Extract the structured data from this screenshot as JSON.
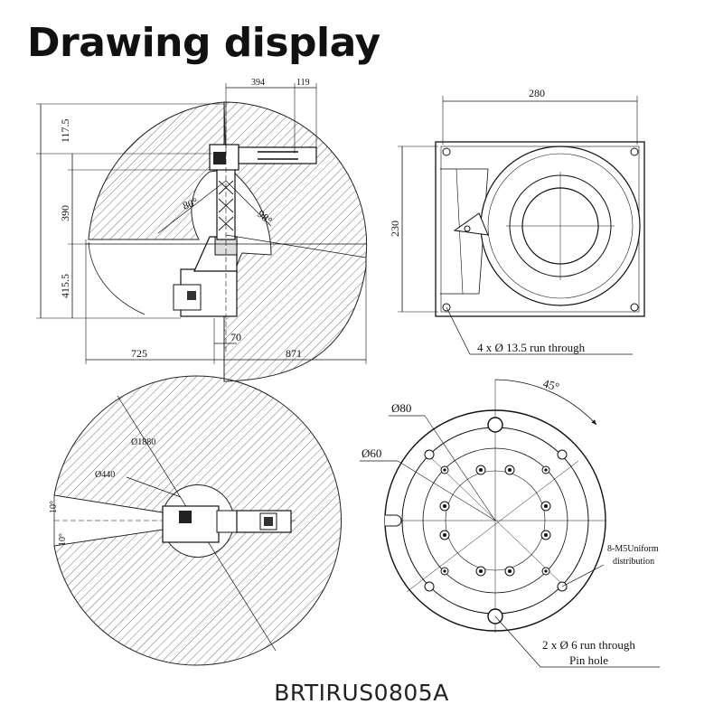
{
  "title": "Drawing display",
  "model": "BRTIRUS0805A",
  "side_view": {
    "dim_top_1": "394",
    "dim_top_2": "119",
    "dim_left_1": "117.5",
    "dim_left_2": "390",
    "dim_left_3": "415.5",
    "angle_1": "80°",
    "angle_2": "98°",
    "dim_bottom_1": "725",
    "dim_bottom_2": "70",
    "dim_bottom_3": "871"
  },
  "base_view": {
    "width": "280",
    "height": "230",
    "holes_note": "4 x Ø 13.5 run through"
  },
  "top_view": {
    "dia_outer": "Ø1880",
    "dia_inner": "Ø440",
    "angle_1": "10°",
    "angle_2": "10°"
  },
  "flange_view": {
    "dia_80": "Ø80",
    "dia_60": "Ø60",
    "angle": "45°",
    "m5_note_1": "8-M5Uniform",
    "m5_note_2": "distribution",
    "pin_note": "2 x Ø 6 run through",
    "pin_label": "Pin hole"
  }
}
